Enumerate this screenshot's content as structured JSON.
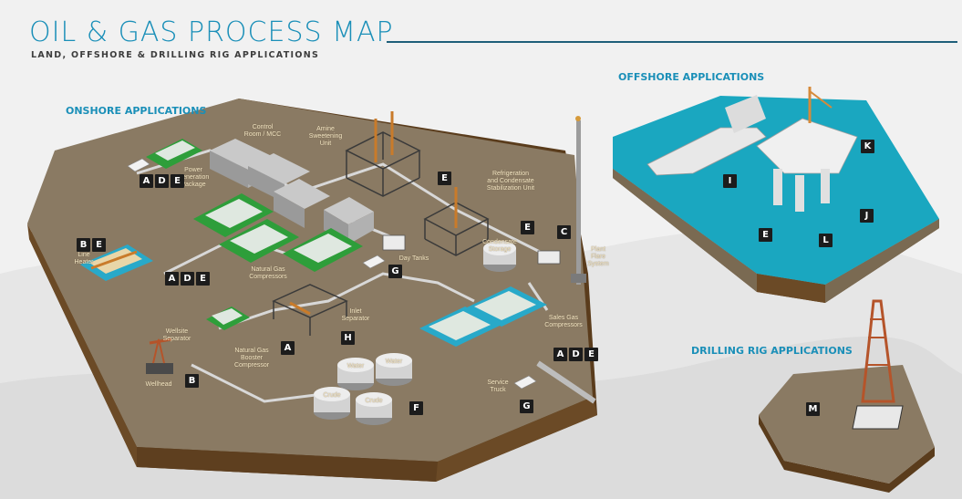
{
  "header": {
    "title": "OIL & GAS PROCESS MAP",
    "subtitle": "LAND, OFFSHORE & DRILLING RIG APPLICATIONS",
    "accent_color": "#1a8fb8"
  },
  "sections": {
    "onshore": "ONSHORE APPLICATIONS",
    "offshore": "OFFSHORE APPLICATIONS",
    "drilling": "DRILLING RIG APPLICATIONS"
  },
  "onshore_labels": {
    "control_room": "Control\nRoom / MCC",
    "amine": "Amine\nSweetening\nUnit",
    "refrigeration": "Refrigeration\nand Condensate\nStabilization Unit",
    "power_gen": "Power\nGeneration\nPackage",
    "condensate": "Condensate\nStorage",
    "flare": "Plant\nFlare\nSystem",
    "line_heater": "Line\nHeater",
    "day_tanks": "Day Tanks",
    "ng_compressors": "Natural Gas\nCompressors",
    "sales_gas": "Sales Gas\nCompressors",
    "inlet_sep": "Inlet\nSeparator",
    "wellsite_sep": "Wellsite\nSeparator",
    "booster": "Natural Gas\nBooster\nCompressor",
    "wellhead": "Wellhead",
    "water1": "Water",
    "water2": "Water",
    "crude1": "Crude",
    "crude2": "Crude",
    "service_truck": "Service\nTruck"
  },
  "badges": {
    "power": [
      "A",
      "D",
      "E"
    ],
    "line_heater": [
      "B",
      "E"
    ],
    "amine_e": "E",
    "condensate_e": "E",
    "flare_c": "C",
    "day_g": "G",
    "compressors": [
      "A",
      "D",
      "E"
    ],
    "inlet_h": "H",
    "booster_a": "A",
    "wellhead_b": "B",
    "crude_f": "F",
    "sales": [
      "A",
      "D",
      "E"
    ],
    "truck_g": "G",
    "offshore_k": "K",
    "offshore_i": "I",
    "offshore_j": "J",
    "offshore_e": "E",
    "offshore_l": "L",
    "drilling_m": "M"
  },
  "colors": {
    "ground": "#8a7a63",
    "soil": "#6b4e2a",
    "sea": "#1aa7c0",
    "green_skid": "#2e9e3a",
    "blue_skid": "#28a9c9"
  }
}
